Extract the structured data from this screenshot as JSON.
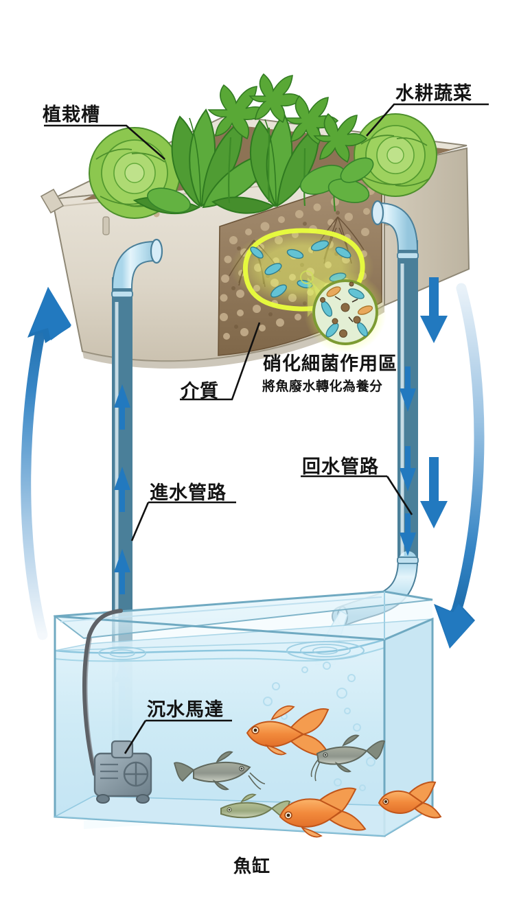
{
  "diagram": {
    "title_bottom": "魚缸",
    "labels": {
      "planting_trough": "植栽槽",
      "hydroponic_vegetables": "水耕蔬菜",
      "medium": "介質",
      "nitrifying_zone_title": "硝化細菌作用區",
      "nitrifying_zone_subtitle": "將魚廢水轉化為養分",
      "inlet_pipe": "進水管路",
      "return_pipe": "回水管路",
      "submersible_pump": "沉水馬達",
      "fish_tank": "魚缸"
    },
    "colors": {
      "background": "#ffffff",
      "arrow_blue": "#2279bf",
      "arrow_blue_dark": "#1b6aa8",
      "pipe_fill": "#cfe8f5",
      "pipe_stroke": "#4a7f99",
      "tray_beige": "#e3ddd0",
      "tray_beige_dark": "#cdc5b4",
      "medium_brown": "#9d8363",
      "medium_brown_dark": "#7d6347",
      "glow_yellow": "#e8f542",
      "bacteria_teal": "#5bb9c9",
      "bacteria_orange": "#e8a85c",
      "leaf_green": "#7cc24a",
      "leaf_green_dark": "#3f8a28",
      "water_blue": "#cfeaf4",
      "glass_stroke": "#7fb4c9",
      "goldfish_orange": "#f28a3c",
      "catfish_gray": "#8e958c",
      "pump_gray": "#8a9ba5",
      "text": "#141414"
    },
    "fish": [
      {
        "type": "goldfish",
        "color": "#f28a3c"
      },
      {
        "type": "catfish",
        "color": "#8e958c"
      },
      {
        "type": "catfish",
        "color": "#8e958c"
      },
      {
        "type": "minnow",
        "color": "#9aa87e"
      },
      {
        "type": "goldfish",
        "color": "#f28a3c"
      },
      {
        "type": "goldfish",
        "color": "#f28a3c"
      }
    ],
    "flow": {
      "left_direction": "up",
      "right_direction": "down",
      "inlet_arrow_count": 4,
      "return_arrow_count": 4
    }
  }
}
